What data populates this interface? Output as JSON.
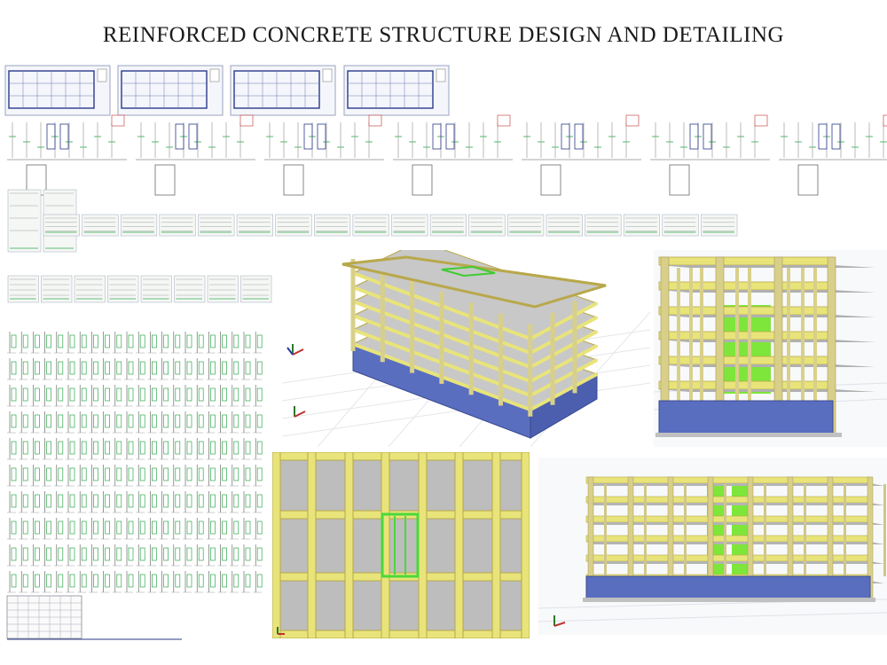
{
  "title": "REINFORCED CONCRETE STRUCTURE DESIGN AND DETAILING",
  "colors": {
    "beam": "#e8e47a",
    "beam_edge": "#b8a84a",
    "column": "#d8d08a",
    "slab": "#c0c0c0",
    "foundation": "#5a6ec0",
    "core_wall": "#7ee63a",
    "drawing_line": "#2a3a8a",
    "rebar": "#2fa84a",
    "annotation": "#c03030"
  },
  "views": {
    "drawing_sheets": "structural-drawing-sheets",
    "iso_view": "isometric-3d-model",
    "front_view": "front-elevation-3d",
    "plan_view": "top-plan-view",
    "long_view": "long-elevation-3d"
  }
}
